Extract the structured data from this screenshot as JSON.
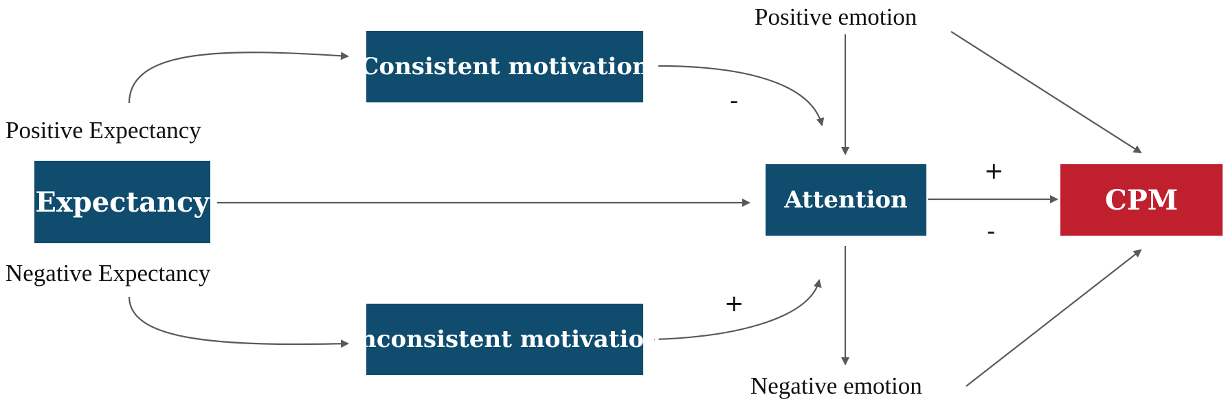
{
  "nodes": {
    "expectancy": "Expectancy",
    "consistent_motivation": "Consistent motivation",
    "inconsistent_motivation": "Inconsistent motivation",
    "attention": "Attention",
    "cpm": "CPM"
  },
  "labels": {
    "positive_expectancy": "Positive Expectancy",
    "negative_expectancy": "Negative Expectancy",
    "positive_emotion": "Positive emotion",
    "negative_emotion": "Negative emotion"
  },
  "signs": {
    "consistent_to_attention": "-",
    "inconsistent_to_attention": "+",
    "attention_to_cpm_top": "+",
    "attention_to_cpm_bottom": "-"
  },
  "colors": {
    "node_blue": "#0f4c6e",
    "node_red": "#c0202e",
    "arrow": "#595959"
  }
}
